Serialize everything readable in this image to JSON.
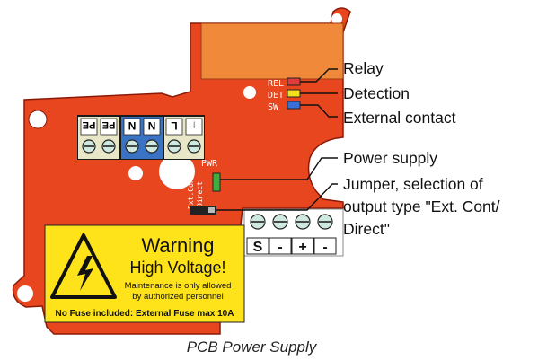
{
  "colors": {
    "board": "#e8461f",
    "board_edge": "#8a1a08",
    "relay_block": "#f08a3a",
    "warning_bg": "#ffe31a",
    "terminal_green": "#e8e8c8",
    "terminal_blue": "#3a73c4",
    "led_red": "#e23b3b",
    "led_yellow": "#f2e21a",
    "led_blue": "#3b6fd8",
    "led_green": "#3fae3f"
  },
  "pcb": {
    "leds": {
      "rel": "REL",
      "det": "DET",
      "sw": "SW"
    },
    "pwr_label": "PWR",
    "jumper_label_line1": "Ext.Cont",
    "jumper_label_line2": "Direct",
    "mains_terminals": [
      "PE",
      "PE",
      "N",
      "N",
      "L",
      "↑"
    ],
    "output_terminals": [
      "S",
      "-",
      "+",
      "-"
    ]
  },
  "callouts": {
    "relay": "Relay",
    "detection": "Detection",
    "external_contact": "External contact",
    "power_supply": "Power supply",
    "jumper_line1": "Jumper, selection of",
    "jumper_line2": "output type \"Ext. Cont/",
    "jumper_line3": "Direct\""
  },
  "warning": {
    "title": "Warning",
    "subtitle": "High Voltage!",
    "note_line1": "Maintenance is only allowed",
    "note_line2": "by authorized personnel",
    "fuse": "No Fuse included: External Fuse max 10A"
  },
  "caption": "PCB Power Supply"
}
